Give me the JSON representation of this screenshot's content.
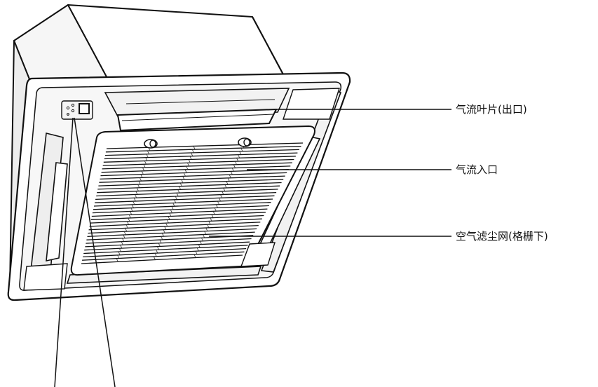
{
  "callouts": [
    {
      "id": "vanes",
      "text": "气流叶片(出口)"
    },
    {
      "id": "inlet",
      "text": "气流入口"
    },
    {
      "id": "filter",
      "text": "空气滤尘网(格栅下)"
    }
  ],
  "colors": {
    "stroke": "#111111",
    "body_fill": "#ffffff",
    "body_shade": "#efefef",
    "inner_shade": "#f4f4f4"
  }
}
